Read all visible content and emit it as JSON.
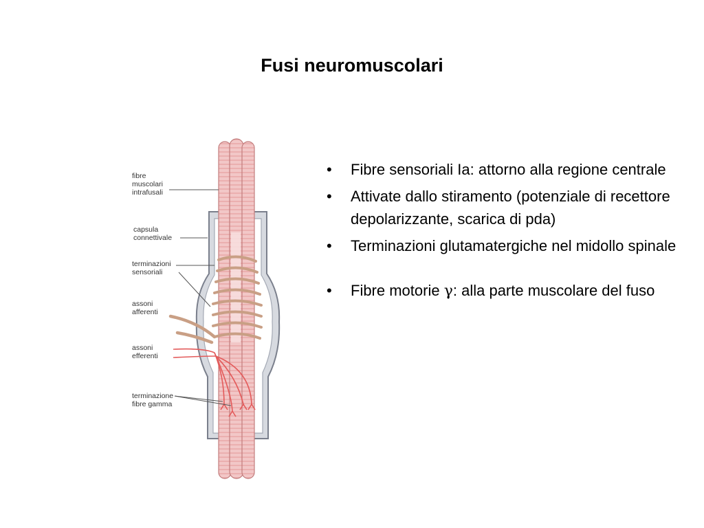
{
  "slide": {
    "title": "Fusi neuromuscolari"
  },
  "figure": {
    "labels": [
      "fibre\nmuscolari\nintrafusali",
      "capsula\nconnettivale",
      "terminazioni\nsensoriali",
      "assoni\nafferenti",
      "assoni\nefferenti",
      "terminazione\nfibre gamma"
    ],
    "colors": {
      "fiber": "#f2c7c7",
      "fiber_stripe": "#e8a5a5",
      "capsule": "#c9ccd4",
      "capsule_edge": "#7a7f8c",
      "sensory": "#c99f85",
      "motor": "#e35a5a"
    }
  },
  "bullets": [
    {
      "bullet": "•",
      "text": "Fibre sensoriali Ia: attorno alla regione centrale"
    },
    {
      "bullet": "•",
      "text": "Attivate dallo stiramento (potenziale di recettore depolarizzante, scarica di pda)"
    },
    {
      "bullet": "•",
      "text": "Terminazioni glutamatergiche nel midollo spinale"
    },
    {
      "bullet": "•",
      "text_before": "Fibre motorie ",
      "symbol": "γ",
      "text_after": ": alla parte muscolare del fuso"
    }
  ]
}
